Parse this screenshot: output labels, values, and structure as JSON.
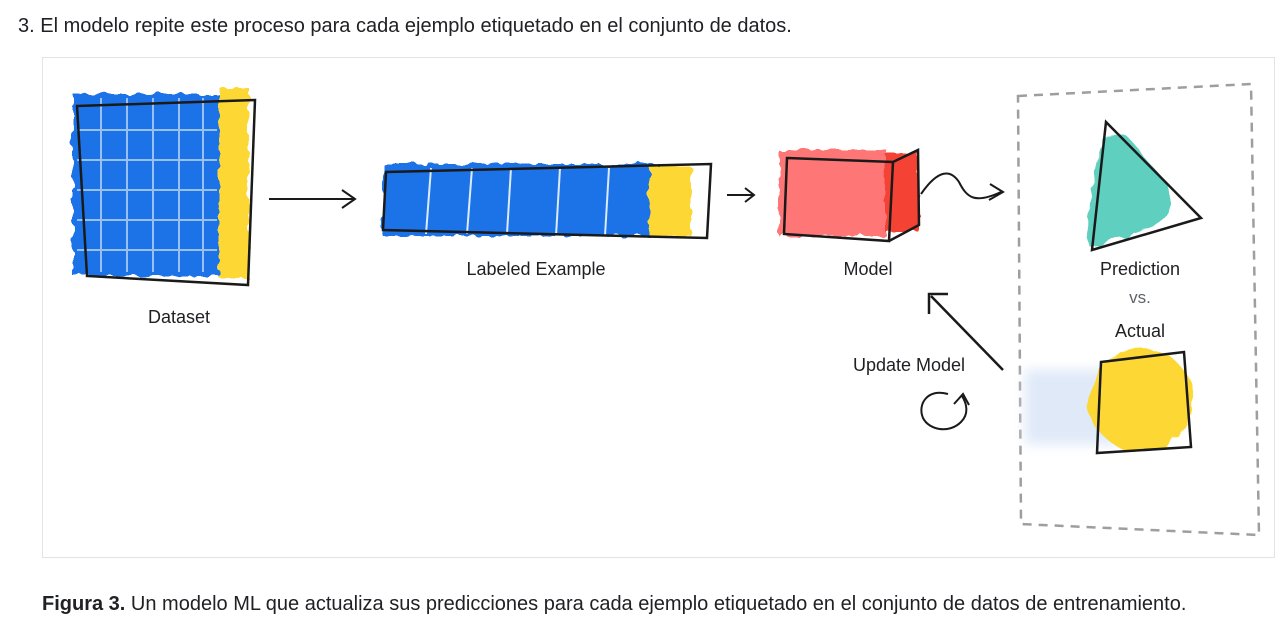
{
  "step": {
    "text": "3. El modelo repite este proceso para cada ejemplo etiquetado en el conjunto de datos."
  },
  "diagram": {
    "labels": {
      "dataset": "Dataset",
      "labeled_example": "Labeled Example",
      "model": "Model",
      "prediction": "Prediction",
      "vs": "vs.",
      "actual": "Actual",
      "update_model": "Update Model"
    },
    "colors": {
      "blue": "#1a73e8",
      "yellow": "#fdd835",
      "red": "#ff6f6f",
      "red_dark": "#f44336",
      "teal": "#5fcfbf",
      "light_blue": "#dfe9f8",
      "stroke": "#1a1a1a",
      "dashed": "#9e9e9e"
    }
  },
  "caption": {
    "label": "Figura 3.",
    "text": " Un modelo ML que actualiza sus predicciones para cada ejemplo etiquetado en el conjunto de datos de entrenamiento."
  }
}
